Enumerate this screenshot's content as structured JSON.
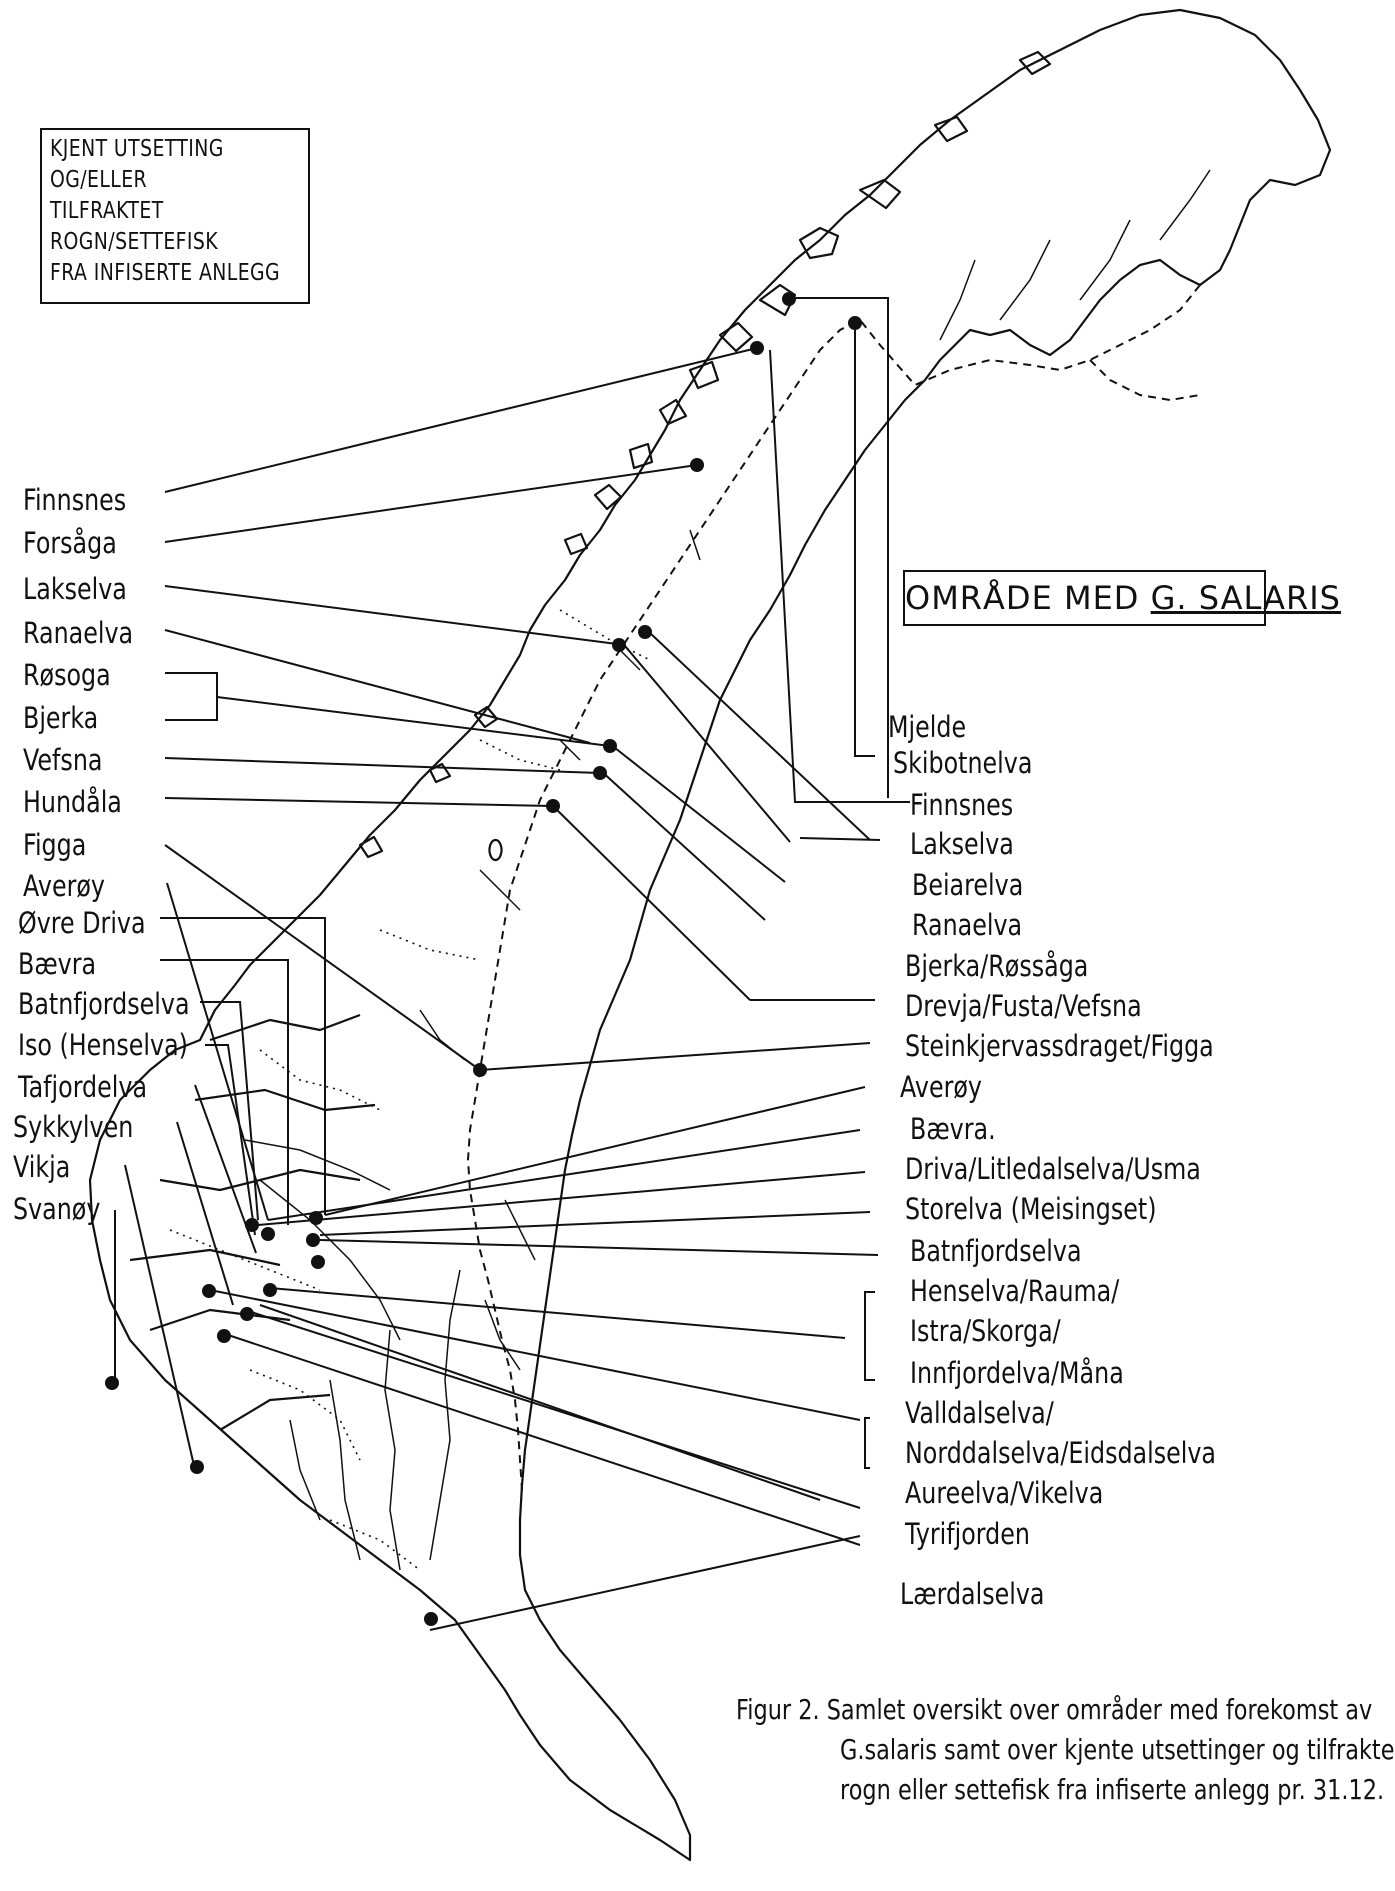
{
  "legend": {
    "lines": [
      "KJENT UTSETTING",
      "OG/ELLER",
      "TILFRAKTET",
      "ROGN/SETTEFISK",
      "FRA INFISERTE ANLEGG"
    ]
  },
  "area_box": {
    "prefix": "OMRÅDE MED ",
    "underlined": "G. SALARIS"
  },
  "left_labels": [
    "Finnsnes",
    "Forsåga",
    "Lakselva",
    "Ranaelva",
    "Røsoga",
    "Bjerka",
    "Vefsna",
    "Hundåla",
    "Figga",
    "Averøy",
    "Øvre Driva",
    "Bævra",
    "Batnfjordselva",
    "Iso (Henselva)",
    "Tafjordelva",
    "Sykkylven",
    "Vikja",
    "Svanøy"
  ],
  "right_labels": [
    "Mjelde",
    "Skibotnelva",
    "Finnsnes",
    "Lakselva",
    "Beiarelva",
    "Ranaelva",
    "Bjerka/Røssåga",
    "Drevja/Fusta/Vefsna",
    "Steinkjervassdraget/Figga",
    "Averøy",
    "Bævra.",
    "Driva/Litledalselva/Usma",
    "Storelva (Meisingset)",
    "Batnfjordselva",
    "Henselva/Rauma/",
    "Istra/Skorga/",
    "Innfjordelva/Måna",
    "Valldalselva/",
    "Norddalselva/Eidsdalselva",
    "Aureelva/Vikelva",
    "Tyrifjorden",
    "Lærdalselva"
  ],
  "caption": {
    "lines": [
      "Figur 2. Samlet oversikt over områder med forekomst av",
      "G.salaris samt over kjente utsettinger og tilfrakte",
      "rogn eller settefisk fra infiserte anlegg pr. 31.12."
    ]
  }
}
